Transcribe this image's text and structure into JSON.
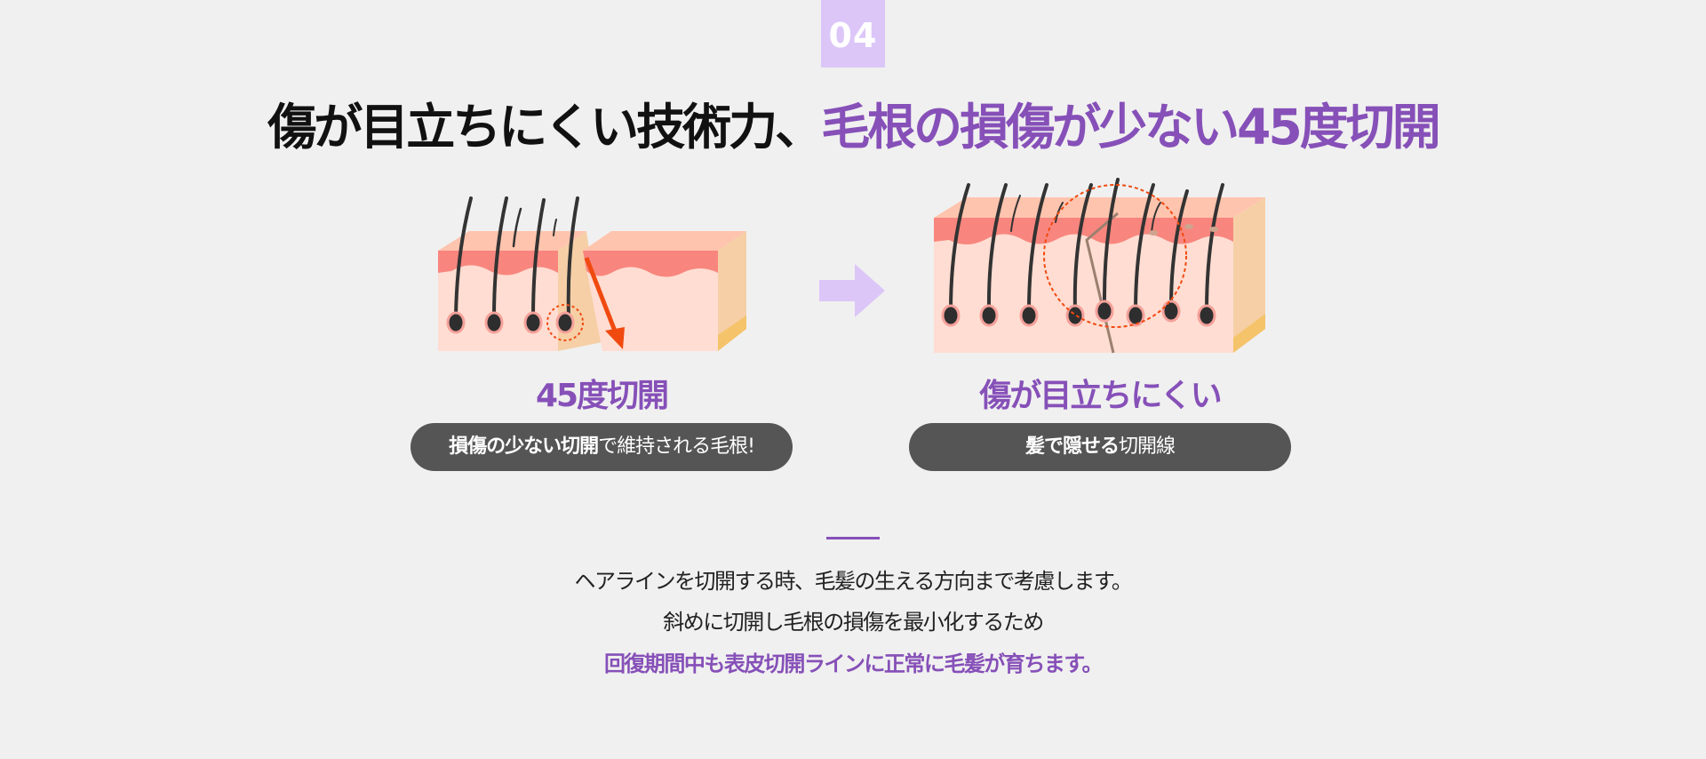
{
  "step_badge": "04",
  "headline": {
    "part1": "傷が目立ちにくい技術力、",
    "part2": "毛根の損傷が少ない45度切開"
  },
  "left_panel": {
    "title": "45度切開",
    "pill_bold": "損傷の少ない切開",
    "pill_rest": "で維持される毛根!"
  },
  "right_panel": {
    "title": "傷が目立ちにくい",
    "pill_bold": "髪で隠せる",
    "pill_rest": "切開線"
  },
  "description": {
    "line1": "ヘアラインを切開する時、毛髪の生える方向まで考慮します。",
    "line2": "斜めに切開し毛根の損傷を最小化するため",
    "line3": "回復期間中も表皮切開ラインに正常に毛髪が育ちます。"
  },
  "colors": {
    "accent": "#8650b8",
    "badge": "#dcc6f8",
    "pill": "#555555",
    "incision_arrow": "#f04a10",
    "skin": "#ffd9cf",
    "dermis_band": "#f8867e"
  }
}
